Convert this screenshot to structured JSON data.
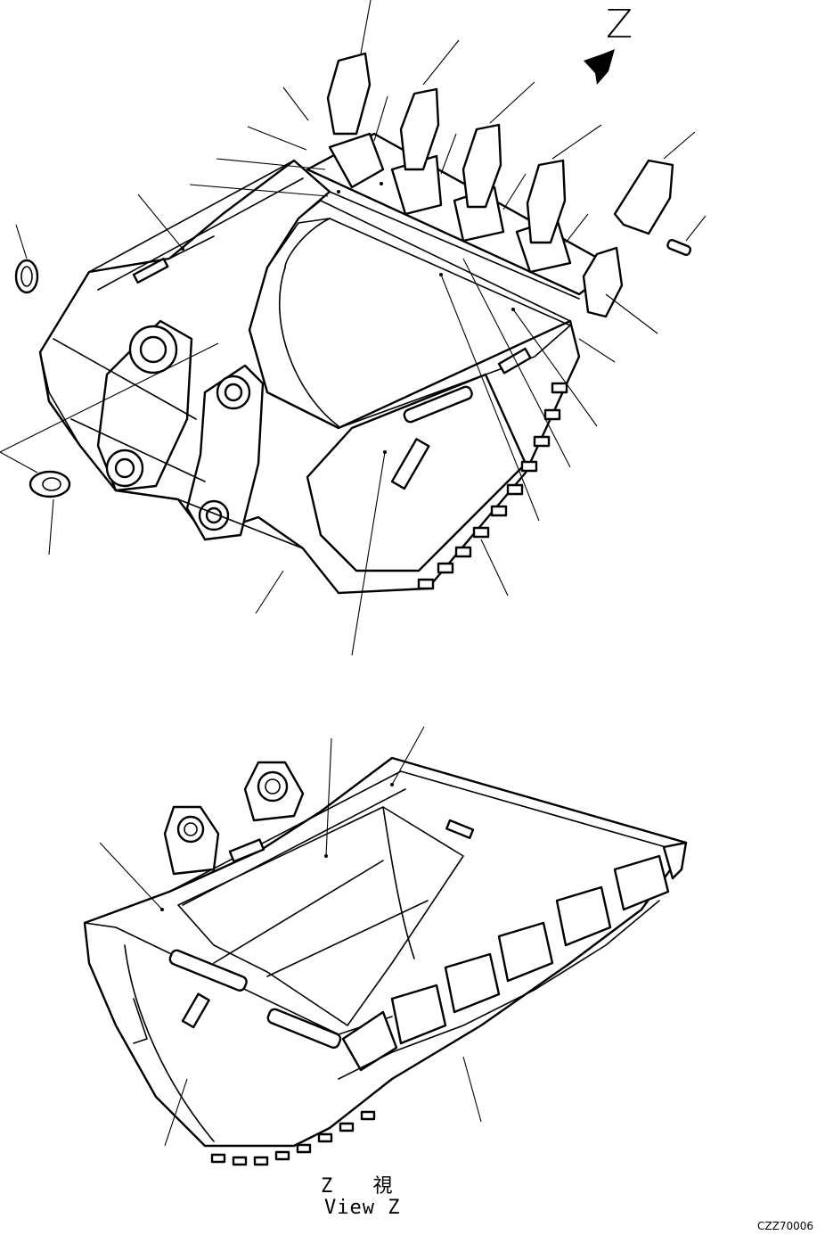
{
  "view_arrow_label": "Z",
  "view_caption_japanese": "Z 視",
  "view_caption_english": "View Z",
  "drawing_code": "CZZ70006",
  "colors": {
    "line": "#000000",
    "background": "#ffffff"
  }
}
